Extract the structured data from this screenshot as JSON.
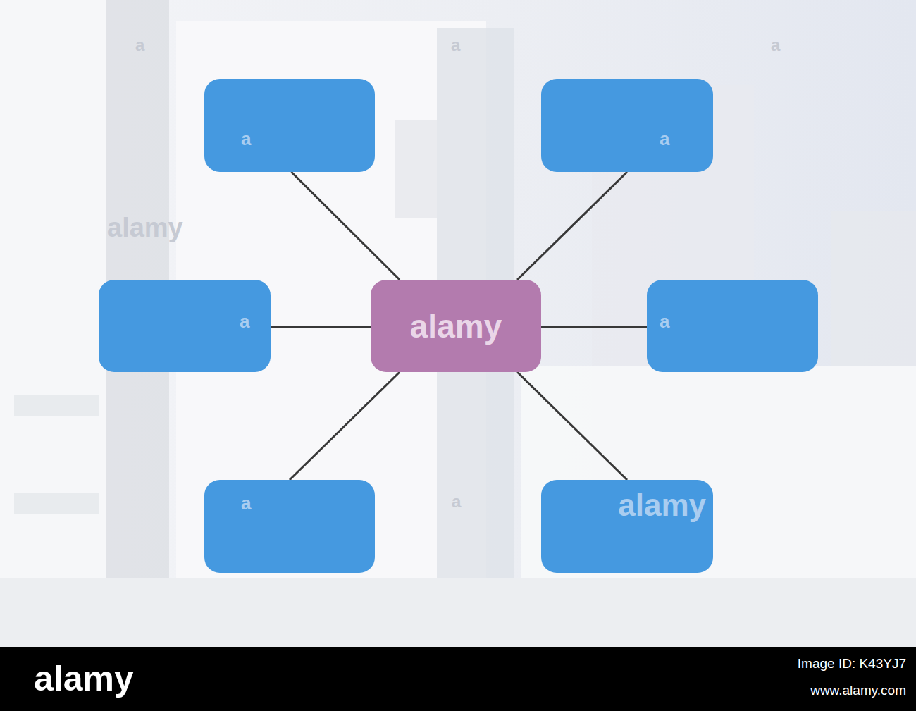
{
  "diagram": {
    "nodes": [
      {
        "text": [
          "a"
        ]
      },
      {
        "text": [
          "a"
        ]
      },
      {
        "text": [
          "a"
        ]
      },
      {
        "text": [
          "alamy"
        ]
      },
      {
        "text": [
          "a"
        ]
      },
      {
        "text": [
          "a"
        ]
      },
      {
        "text": [
          "alamy"
        ]
      }
    ],
    "edges": [
      {
        "from": 3,
        "to": 0,
        "arrow": "none"
      },
      {
        "from": 3,
        "to": 1,
        "arrow": "none"
      },
      {
        "from": 3,
        "to": 2,
        "arrow": "none"
      },
      {
        "from": 3,
        "to": 4,
        "arrow": "none"
      },
      {
        "from": 3,
        "to": 5,
        "arrow": "none"
      },
      {
        "from": 3,
        "to": 6,
        "arrow": "none"
      }
    ],
    "labels": [
      "alamy",
      "a",
      "a",
      "a",
      "a",
      "alamy",
      "Image ID: K43YJ7",
      "www.alamy.com"
    ]
  }
}
